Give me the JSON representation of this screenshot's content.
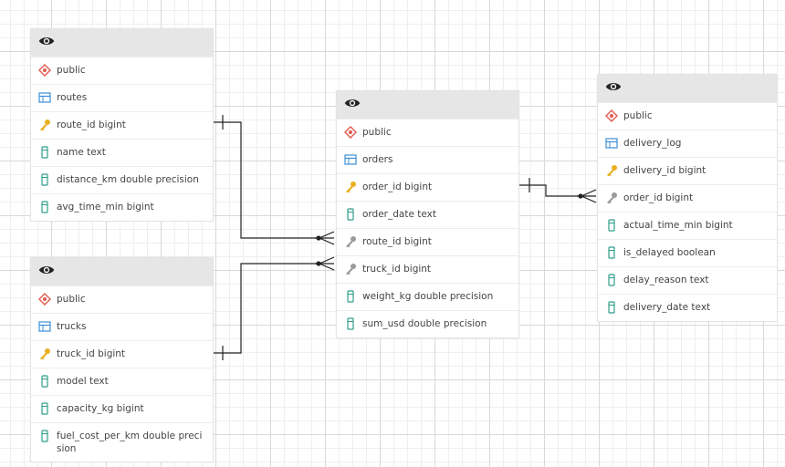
{
  "tables": {
    "routes": {
      "schema": "public",
      "name": "routes",
      "columns": [
        {
          "label": "route_id bigint",
          "kind": "pk"
        },
        {
          "label": "name text",
          "kind": "col"
        },
        {
          "label": "distance_km double precision",
          "kind": "col"
        },
        {
          "label": "avg_time_min bigint",
          "kind": "col"
        }
      ]
    },
    "trucks": {
      "schema": "public",
      "name": "trucks",
      "columns": [
        {
          "label": "truck_id bigint",
          "kind": "pk"
        },
        {
          "label": "model text",
          "kind": "col"
        },
        {
          "label": "capacity_kg bigint",
          "kind": "col"
        },
        {
          "label": "fuel_cost_per_km double precision",
          "kind": "col"
        }
      ]
    },
    "orders": {
      "schema": "public",
      "name": "orders",
      "columns": [
        {
          "label": "order_id bigint",
          "kind": "pk"
        },
        {
          "label": "order_date text",
          "kind": "col"
        },
        {
          "label": "route_id bigint",
          "kind": "fk"
        },
        {
          "label": "truck_id bigint",
          "kind": "fk"
        },
        {
          "label": "weight_kg double precision",
          "kind": "col"
        },
        {
          "label": "sum_usd double precision",
          "kind": "col"
        }
      ]
    },
    "delivery_log": {
      "schema": "public",
      "name": "delivery_log",
      "columns": [
        {
          "label": "delivery_id bigint",
          "kind": "pk"
        },
        {
          "label": "order_id bigint",
          "kind": "fk"
        },
        {
          "label": "actual_time_min bigint",
          "kind": "col"
        },
        {
          "label": "is_delayed boolean",
          "kind": "col"
        },
        {
          "label": "delay_reason text",
          "kind": "col"
        },
        {
          "label": "delivery_date text",
          "kind": "col"
        }
      ]
    }
  },
  "icons": {
    "header": "eye-icon",
    "schema": "schema-icon",
    "table": "table-icon",
    "pk": "primary-key-icon",
    "fk": "foreign-key-icon",
    "col": "column-icon"
  },
  "colors": {
    "schema_icon": "#e05a4e",
    "table_icon": "#3d8fd6",
    "pk_icon": "#e8b020",
    "fk_icon": "#9a9a9a",
    "col_icon": "#2e9e8a",
    "header_bg": "#e6e6e6",
    "connector": "#222222"
  }
}
